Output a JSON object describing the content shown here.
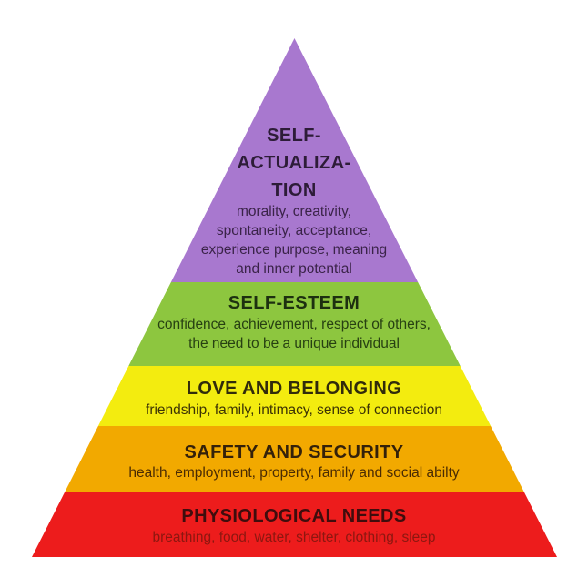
{
  "pyramid": {
    "levels": [
      {
        "id": "self-actualization",
        "color": "#a878cf",
        "heading_lines": [
          "SELF-",
          "ACTUALIZA-",
          "TION"
        ],
        "description_lines": [
          "morality, creativity,",
          "spontaneity, acceptance,",
          "experience purpose, meaning",
          "and inner potential"
        ]
      },
      {
        "id": "self-esteem",
        "color": "#8dc63f",
        "heading_lines": [
          "SELF-ESTEEM"
        ],
        "description_lines": [
          "confidence, achievement, respect of others,",
          "the need to be a unique individual"
        ]
      },
      {
        "id": "love-and-belonging",
        "color": "#f3ec0f",
        "heading_lines": [
          "LOVE AND BELONGING"
        ],
        "description_lines": [
          "friendship, family, intimacy, sense of connection"
        ]
      },
      {
        "id": "safety-and-security",
        "color": "#f2a900",
        "heading_lines": [
          "SAFETY AND SECURITY"
        ],
        "description_lines": [
          "health, employment, property, family and social abilty"
        ]
      },
      {
        "id": "physiological-needs",
        "color": "#ed1c1c",
        "heading_lines": [
          "PHYSIOLOGICAL NEEDS"
        ],
        "description_lines": [
          "breathing, food, water, shelter, clothing, sleep"
        ]
      }
    ]
  }
}
